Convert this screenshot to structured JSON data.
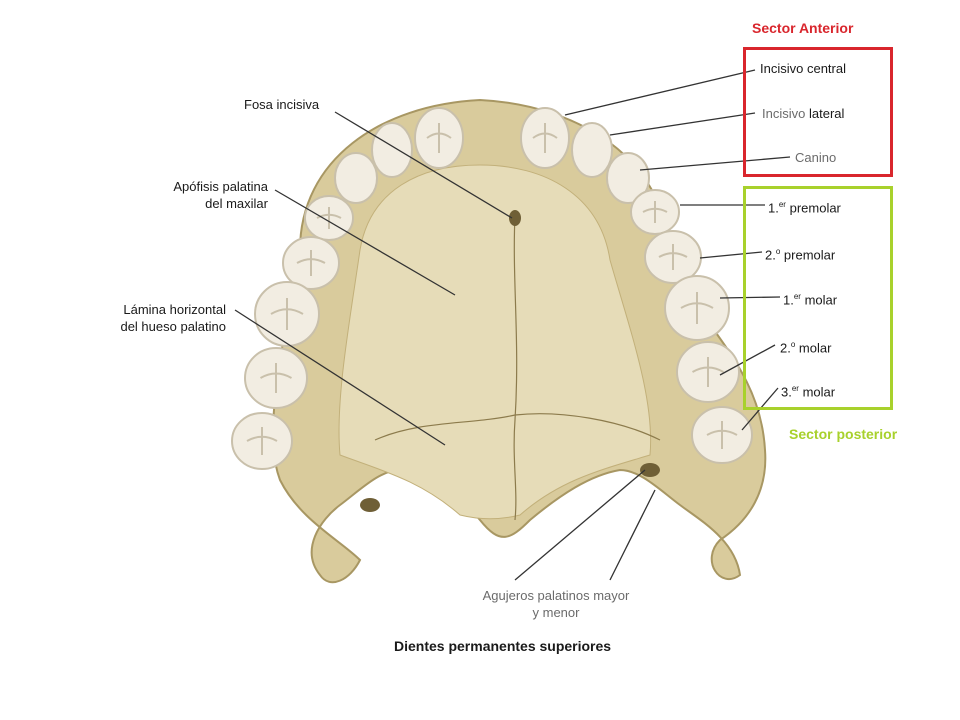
{
  "figure": {
    "caption": "Dientes permanentes superiores"
  },
  "sectors": {
    "anterior": {
      "title": "Sector Anterior",
      "color": "#d9262d"
    },
    "posterior": {
      "title": "Sector posterior",
      "color": "#a8d12c"
    }
  },
  "left_labels": {
    "fosa_incisiva": "Fosa incisiva",
    "apofisis_line1": "Apófisis palatina",
    "apofisis_line2": "del maxilar",
    "lamina_line1": "Lámina horizontal",
    "lamina_line2": "del hueso palatino"
  },
  "bottom_labels": {
    "agujeros_line1": "Agujeros palatinos mayor",
    "agujeros_line2": "y menor"
  },
  "teeth_labels": {
    "incisivo_central": "Incisivo central",
    "incisivo_lateral_a": "Incisivo",
    "incisivo_lateral_b": "lateral",
    "canino": "Canino",
    "premolar1_num": "1.",
    "premolar1_sup": "er",
    "premolar1_name": "premolar",
    "premolar2_num": "2.",
    "premolar2_sup": "o",
    "premolar2_name": "premolar",
    "molar1_num": "1.",
    "molar1_sup": "er",
    "molar1_name": "molar",
    "molar2_num": "2.",
    "molar2_sup": "o",
    "molar2_name": "molar",
    "molar3_num": "3.",
    "molar3_sup": "er",
    "molar3_name": "molar"
  },
  "colors": {
    "bone": "#d9cb9c",
    "bone_dark": "#bfae78",
    "tooth": "#f2ede2",
    "tooth_shadow": "#c9c0ab",
    "leader": "#333333"
  }
}
